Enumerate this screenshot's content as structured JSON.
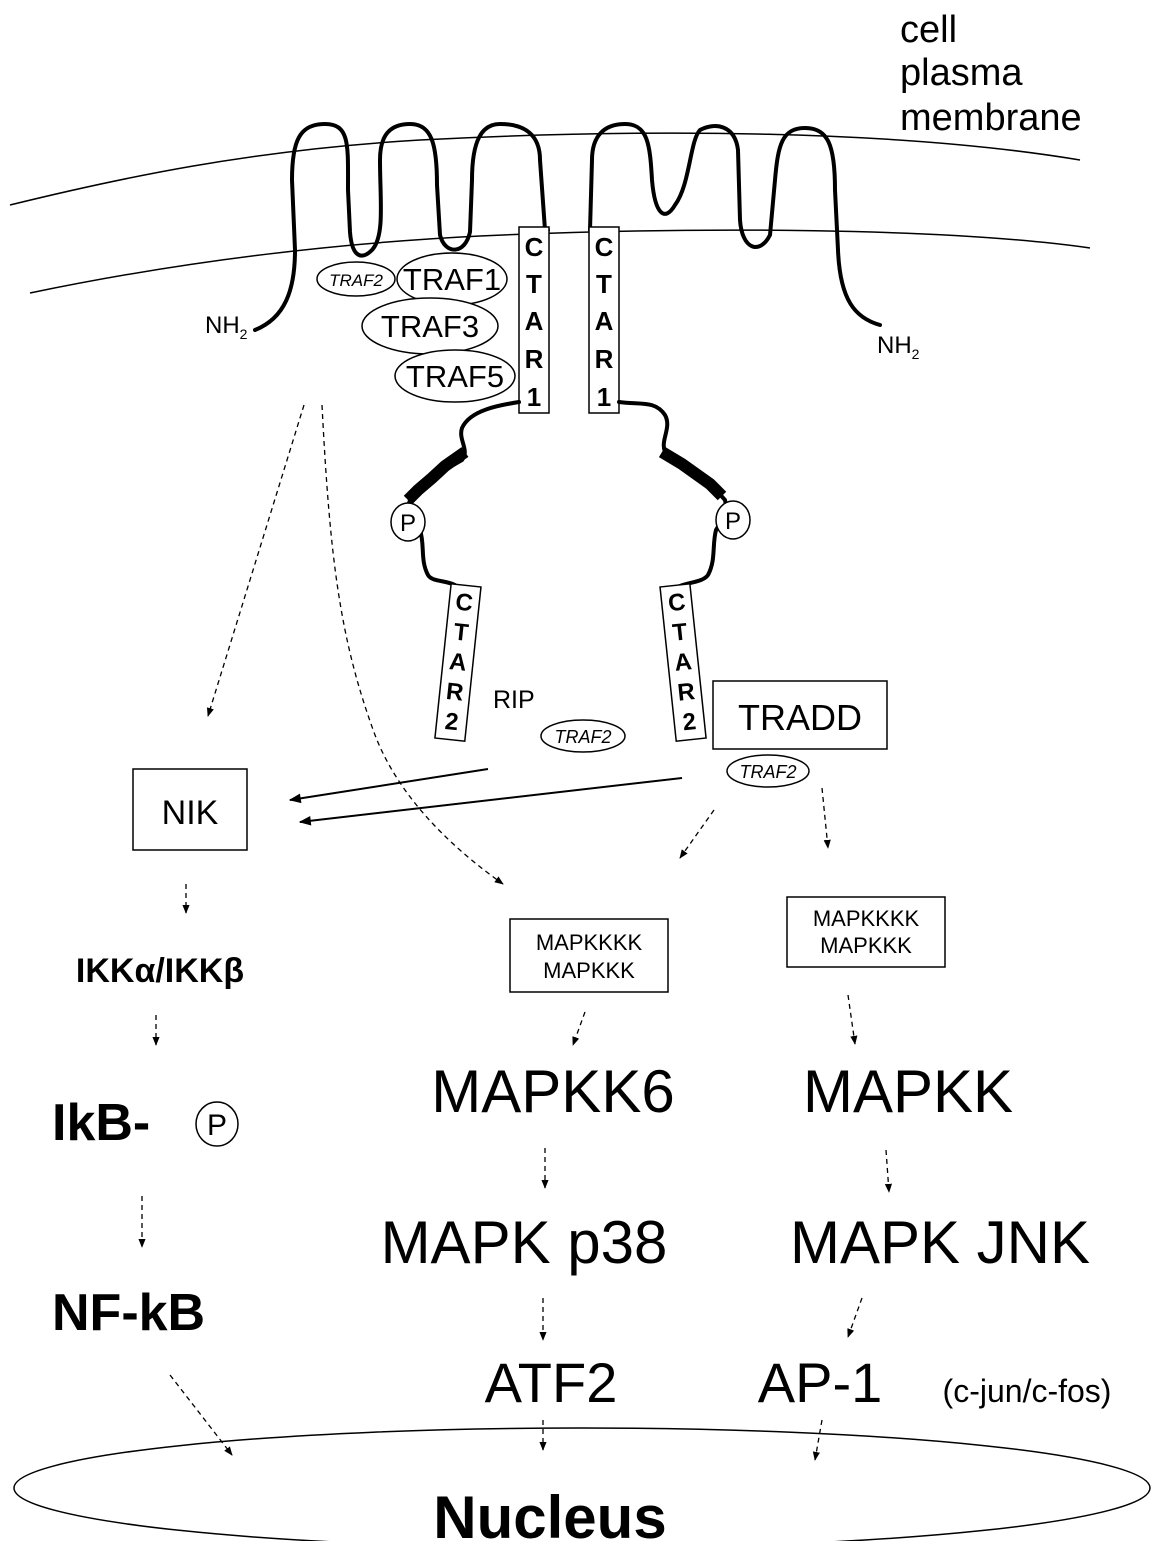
{
  "membrane_label": [
    "cell",
    "plasma",
    "membrane"
  ],
  "nh2_left": "NH",
  "nh2_right": "NH",
  "nh2_subscript": "2",
  "ctar1": [
    "C",
    "T",
    "A",
    "R",
    "1"
  ],
  "ctar2": [
    "C",
    "T",
    "A",
    "R",
    "2"
  ],
  "traf_group": {
    "traf2_small": "TRAF2",
    "traf1": "TRAF1",
    "traf3": "TRAF3",
    "traf5": "TRAF5"
  },
  "phospho": "P",
  "rip": "RIP",
  "traf2_rip": "TRAF2",
  "tradd": "TRADD",
  "traf2_tradd": "TRAF2",
  "nik": "NIK",
  "ikk": "IKKα/IKKβ",
  "ikb": "IkB-",
  "nfkb": "NF-kB",
  "mapkkkk_box_left": [
    "MAPKKKK",
    "MAPKKK"
  ],
  "mapkkkk_box_right": [
    "MAPKKKK",
    "MAPKKK"
  ],
  "mapkk6": "MAPKK6",
  "mapkk": "MAPKK",
  "mapk_p38": "MAPK p38",
  "mapk_jnk": "MAPK JNK",
  "atf2": "ATF2",
  "ap1": "AP-1",
  "ap1_detail": "(c-jun/c-fos)",
  "nucleus": "Nucleus"
}
